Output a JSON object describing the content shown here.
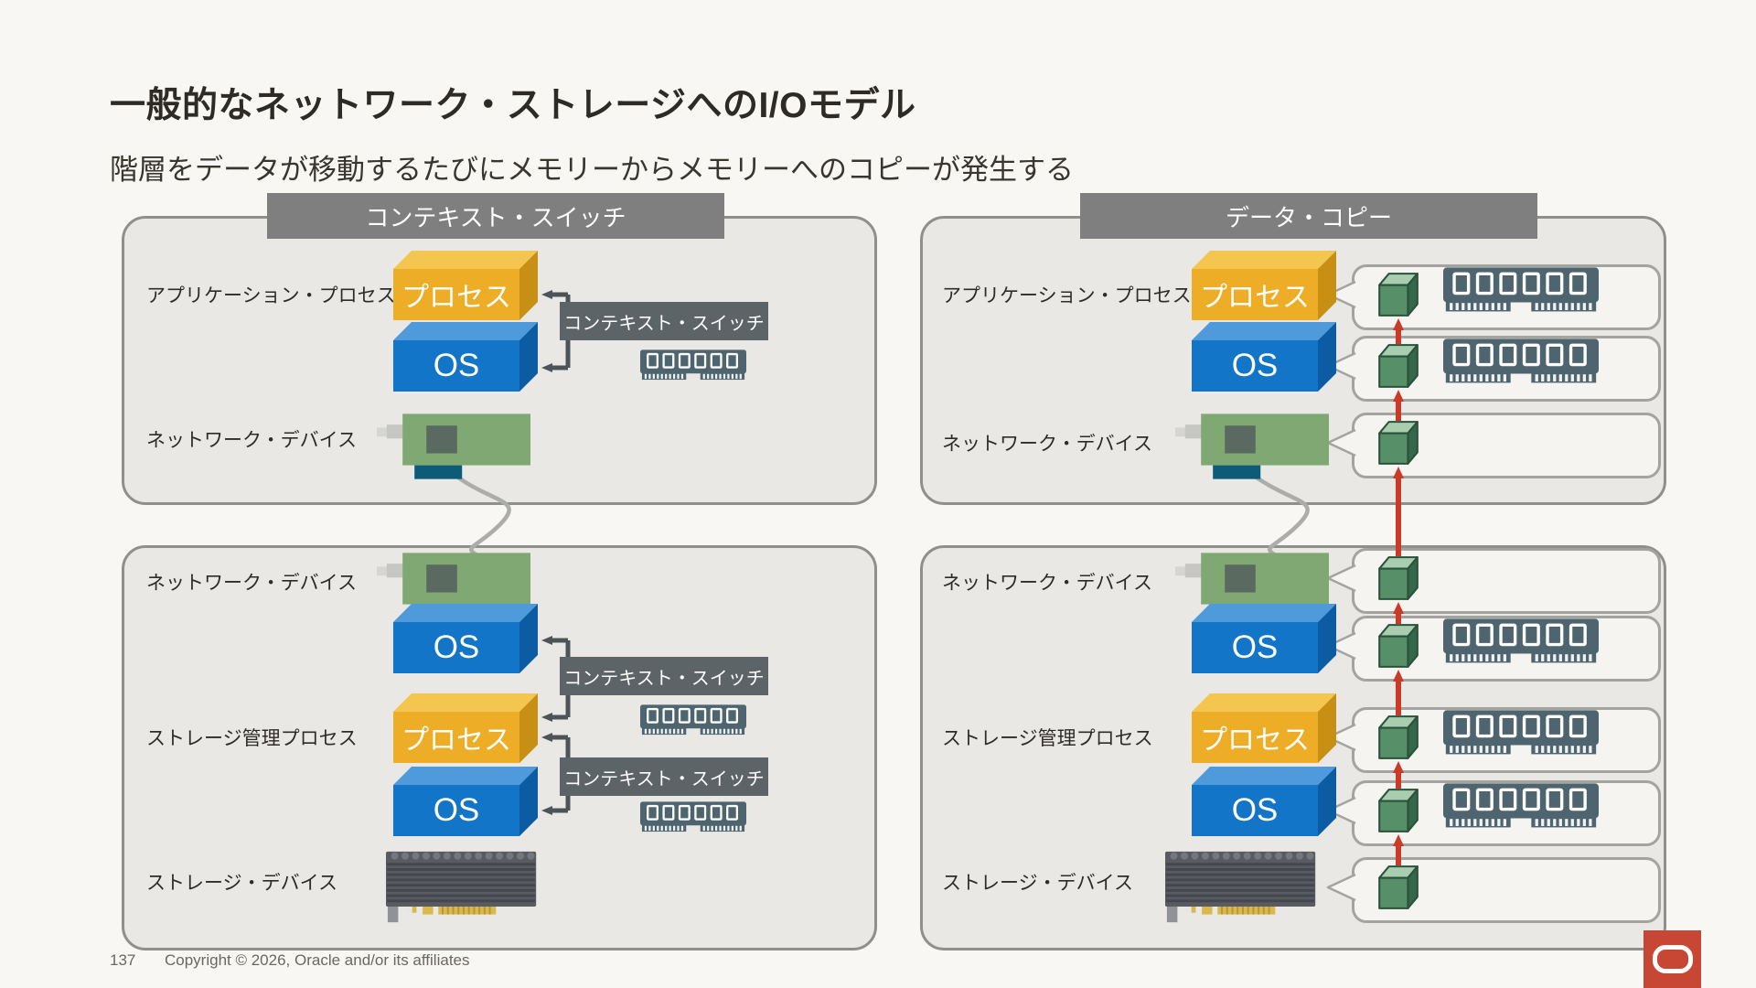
{
  "text": {
    "title": "一般的なネットワーク・ストレージへのI/Oモデル",
    "subtitle": "階層をデータが移動するたびにメモリーからメモリーへのコピーが発生する",
    "header_context_switch": "コンテキスト・スイッチ",
    "header_data_copy": "データ・コピー",
    "label_application_process": "アプリケーション・プロセス",
    "label_network_device": "ネットワーク・デバイス",
    "label_storage_mgmt_process": "ストレージ管理プロセス",
    "label_storage_device": "ストレージ・デバイス",
    "box_process": "プロセス",
    "box_os": "OS",
    "connector_context_switch": "コンテキスト・スイッチ",
    "footer_page_number": "137",
    "footer_copyright": "Copyright © 2026, Oracle and/or its affiliates"
  },
  "icons": {
    "ram": "memory-dimm-icon",
    "nic": "network-card-icon",
    "ssd": "storage-card-icon",
    "cube": "data-block-icon",
    "oracle_logo": "oracle-logo"
  },
  "colors": {
    "slide_bg": "#f8f7f4",
    "panel_bg": "#e9e8e4",
    "panel_border": "#8f8f8c",
    "band_gray": "#7f7f7f",
    "connector_label_gray": "#5d6468",
    "connector_arrow": "#4d5458",
    "process_yellow": "#EDAD27",
    "os_blue": "#1375C8",
    "nic_green": "#7FA873",
    "nic_port_teal": "#0C5C77",
    "ram_slate": "#4E6570",
    "cube_green": "#579068",
    "copy_arrow_red": "#CB3A27",
    "oracle_red": "#C74634",
    "cable_gray": "#acaca9"
  }
}
